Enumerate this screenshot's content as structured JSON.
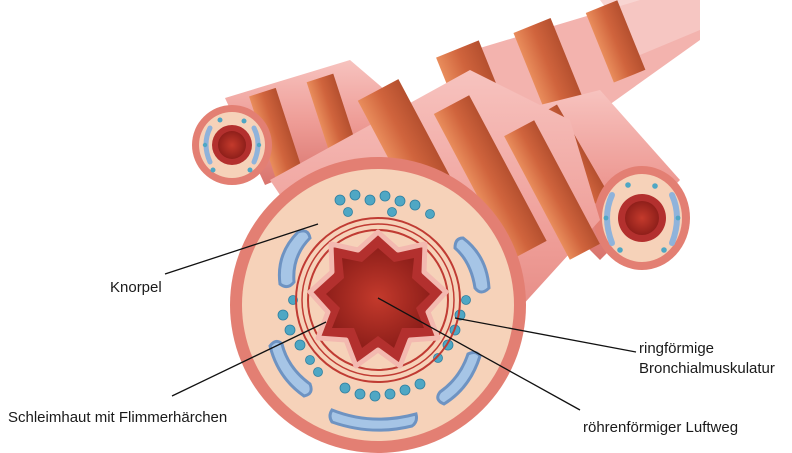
{
  "labels": {
    "knorpel": "Knorpel",
    "muskel_line1": "ringförmige",
    "muskel_line2": "Bronchialmuskulatur",
    "schleimhaut": "Schleimhaut mit Flimmerhärchen",
    "luftweg": "röhrenförmiger Luftweg"
  },
  "colors": {
    "background": "#ffffff",
    "tube_pink": "#f0a9a5",
    "ring_orange": "#d9744a",
    "outer_wall": "#e37f73",
    "cross_section_fill": "#f6d2b9",
    "cartilage_blue": "#a6c5e6",
    "gland_cyan": "#4fa7c4",
    "mucosa_red": "#b3302e",
    "lumen_red": "#a8281f",
    "leader_line": "#111111"
  }
}
